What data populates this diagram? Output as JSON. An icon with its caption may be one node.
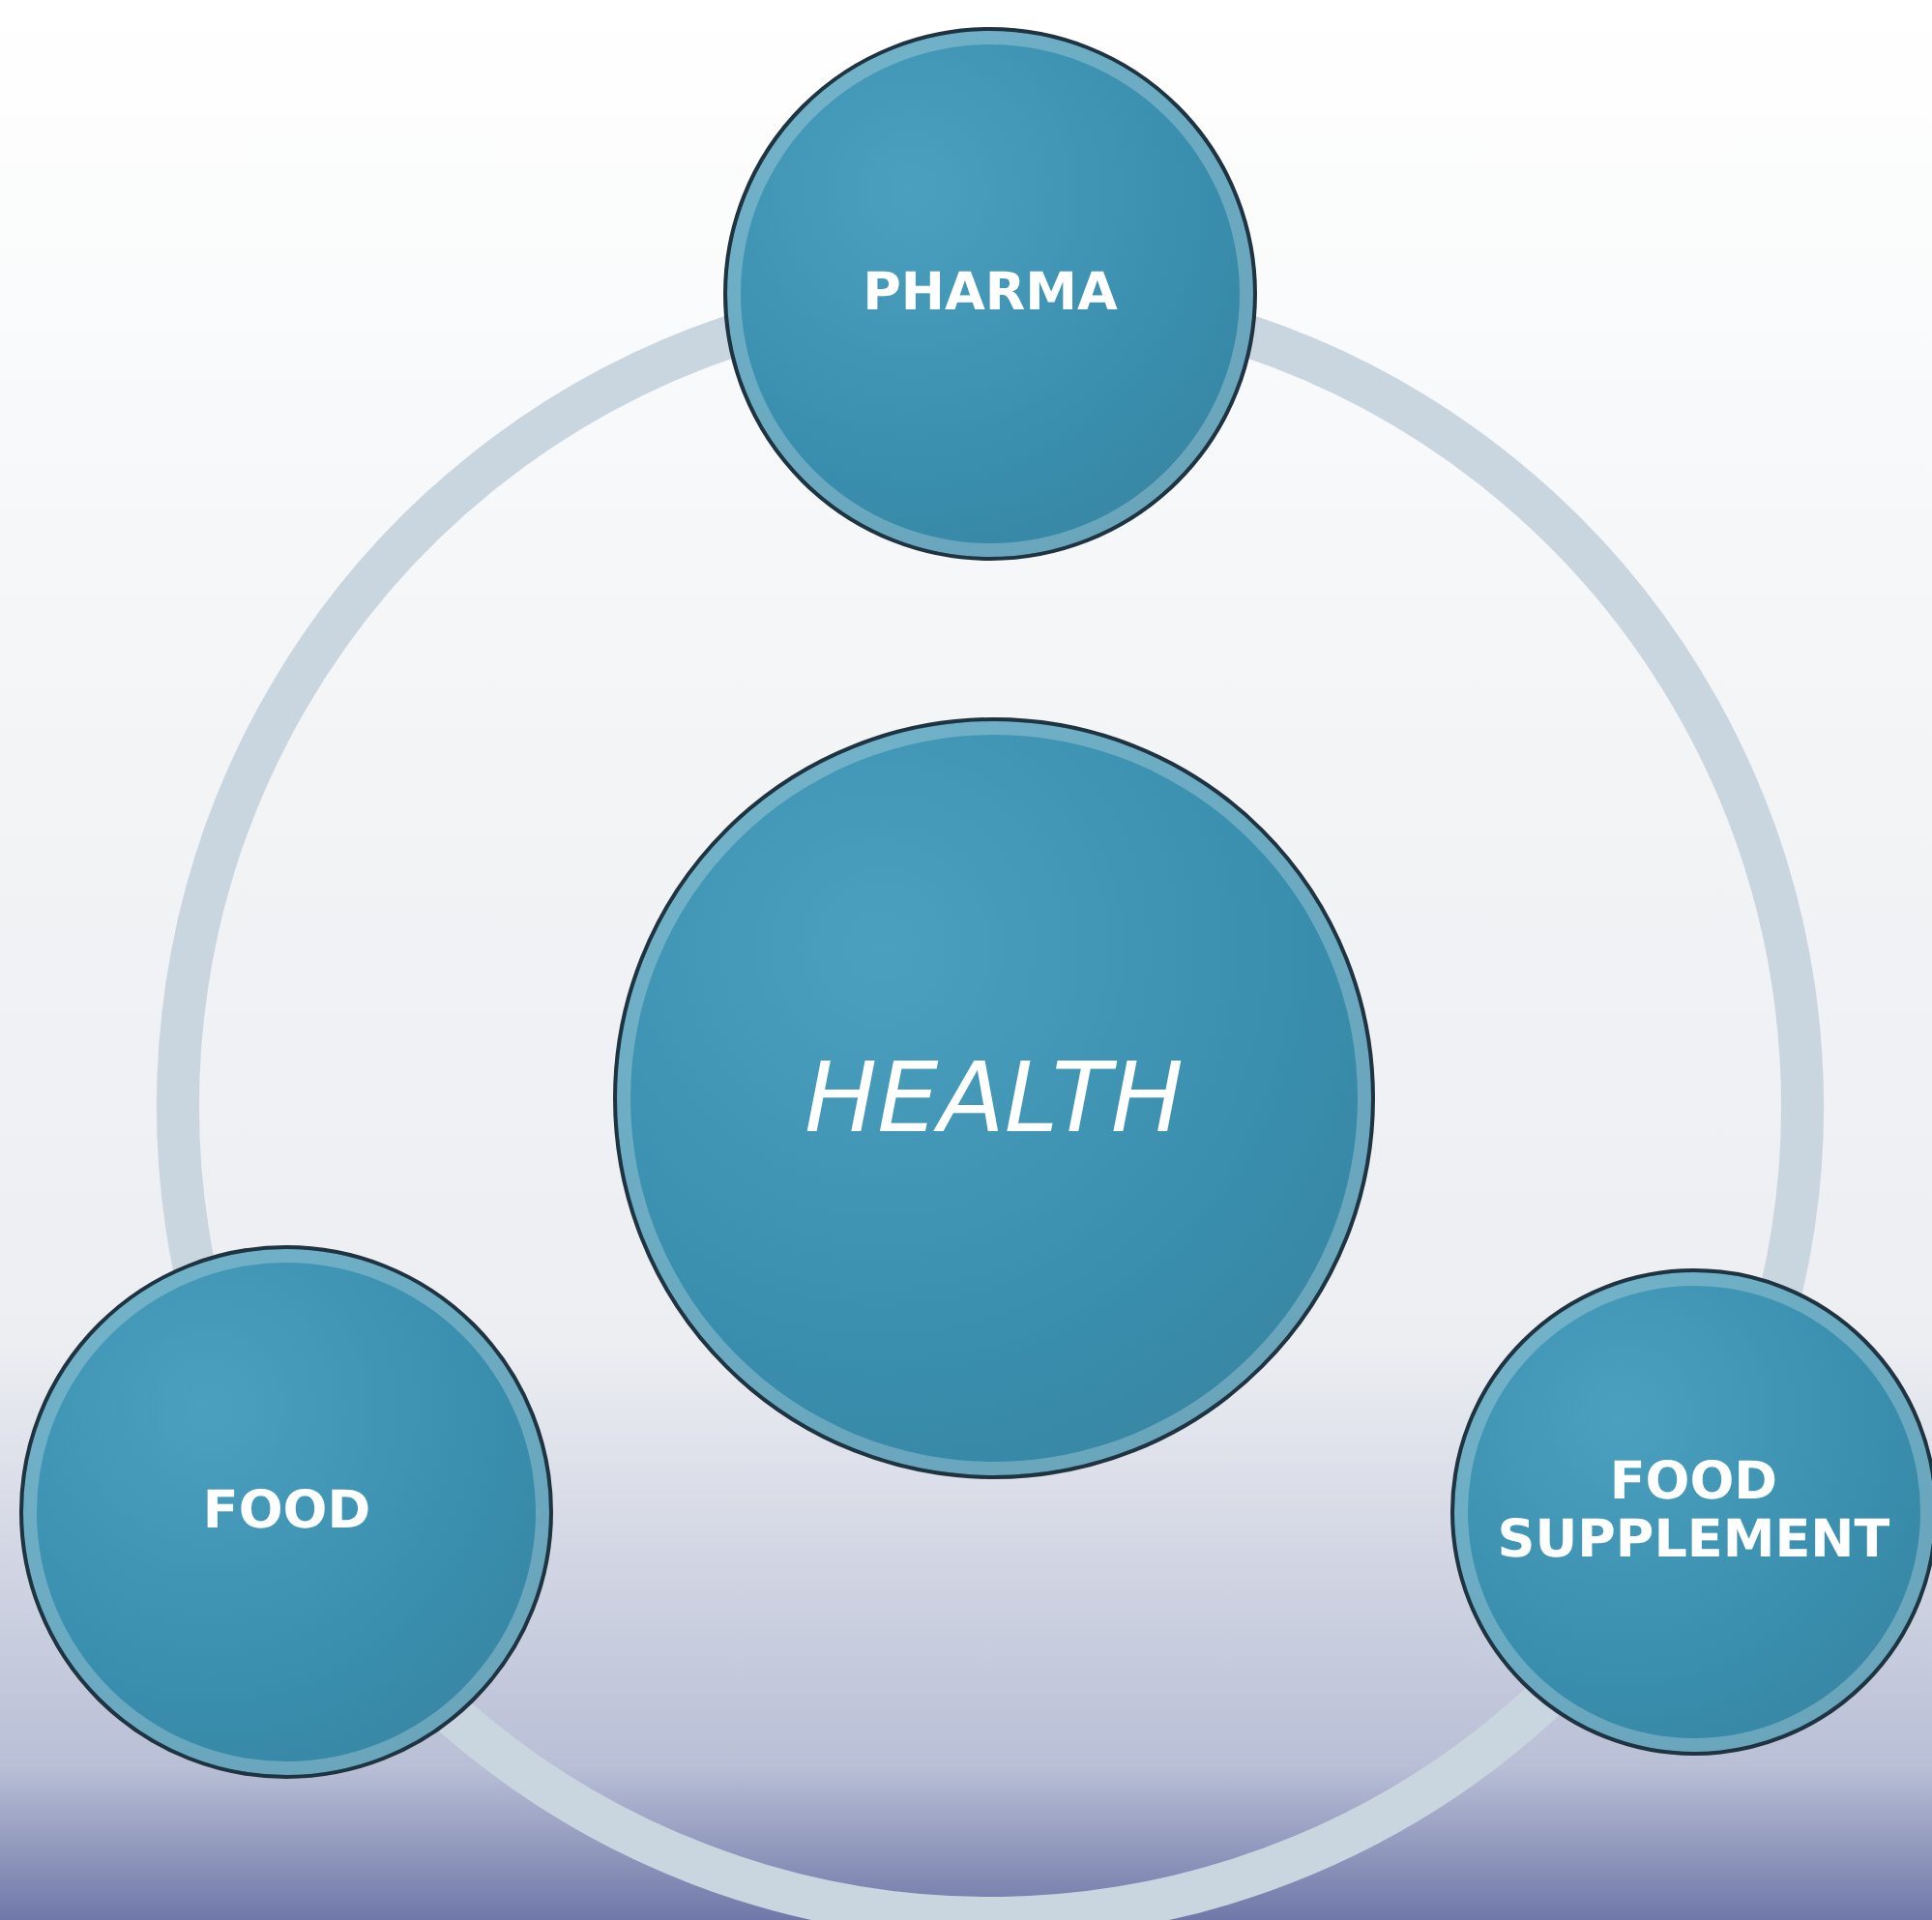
{
  "diagram": {
    "nodes": [
      {
        "text": [
          "PHARMA"
        ]
      },
      {
        "text": [
          "HEALTH"
        ]
      },
      {
        "text": [
          "FOOD"
        ]
      },
      {
        "text": [
          "FOOD SUPPLEMENT"
        ]
      }
    ],
    "edges": [
      {
        "from": 0,
        "to": 3,
        "arrow": "none"
      },
      {
        "from": 3,
        "to": 2,
        "arrow": "none"
      },
      {
        "from": 2,
        "to": 0,
        "arrow": "none"
      }
    ]
  }
}
